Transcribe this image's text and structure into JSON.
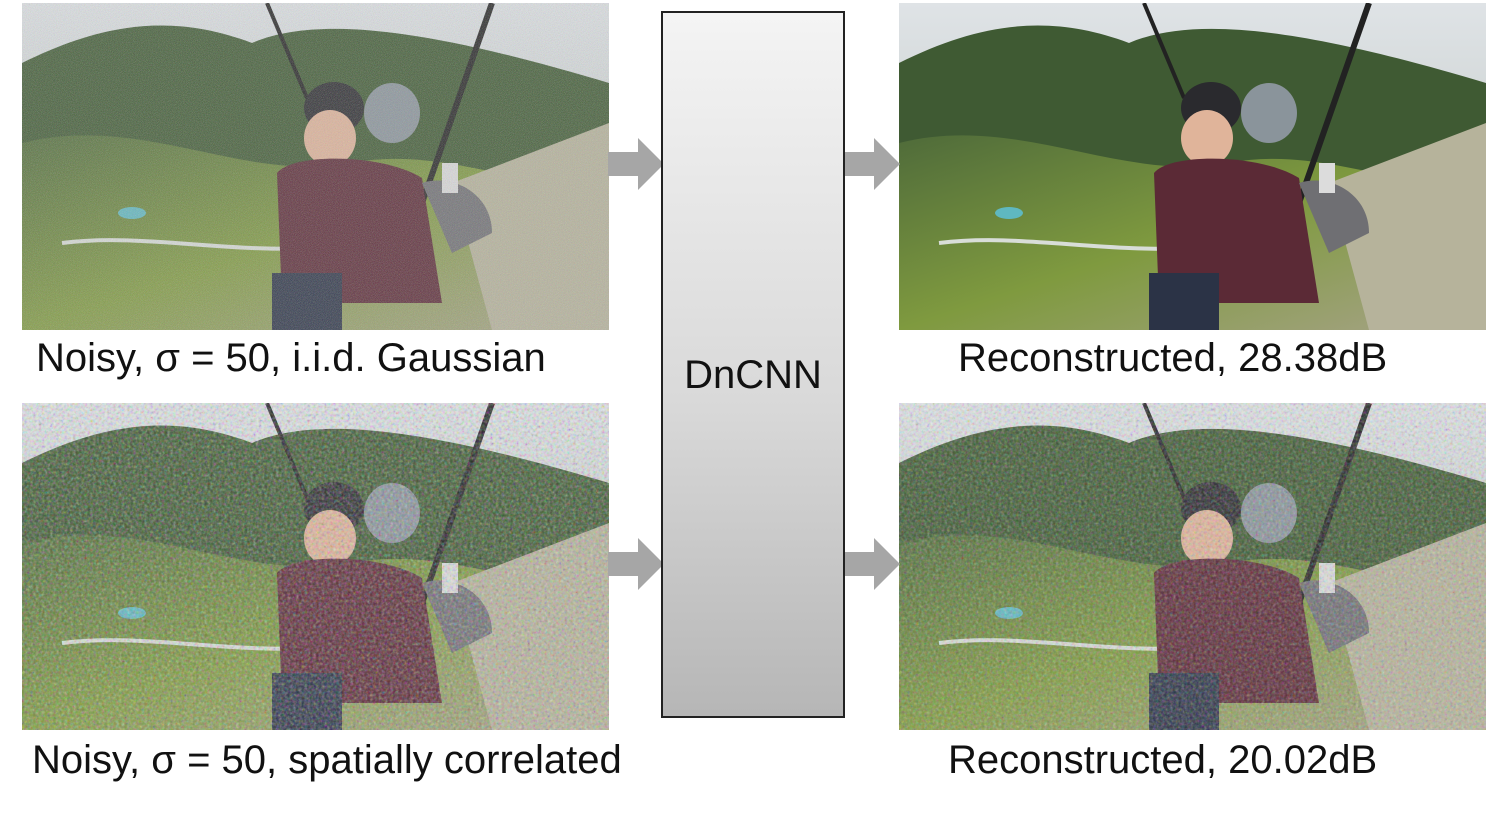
{
  "network": {
    "label": "DnCNN"
  },
  "panels": [
    {
      "id": "noisy_iid",
      "caption": "Noisy, σ = 50, i.i.d. Gaussian",
      "image": "paraglider-noisy-iid"
    },
    {
      "id": "recon_iid",
      "caption": "Reconstructed, 28.38dB",
      "image": "paraglider-reconstructed-clean"
    },
    {
      "id": "noisy_corr",
      "caption": "Noisy, σ = 50, spatially correlated",
      "image": "paraglider-noisy-correlated"
    },
    {
      "id": "recon_corr",
      "caption": "Reconstructed, 20.02dB",
      "image": "paraglider-reconstructed-noisy"
    }
  ],
  "colors": {
    "arrow": "#a6a6a6",
    "box_border": "#222222"
  }
}
